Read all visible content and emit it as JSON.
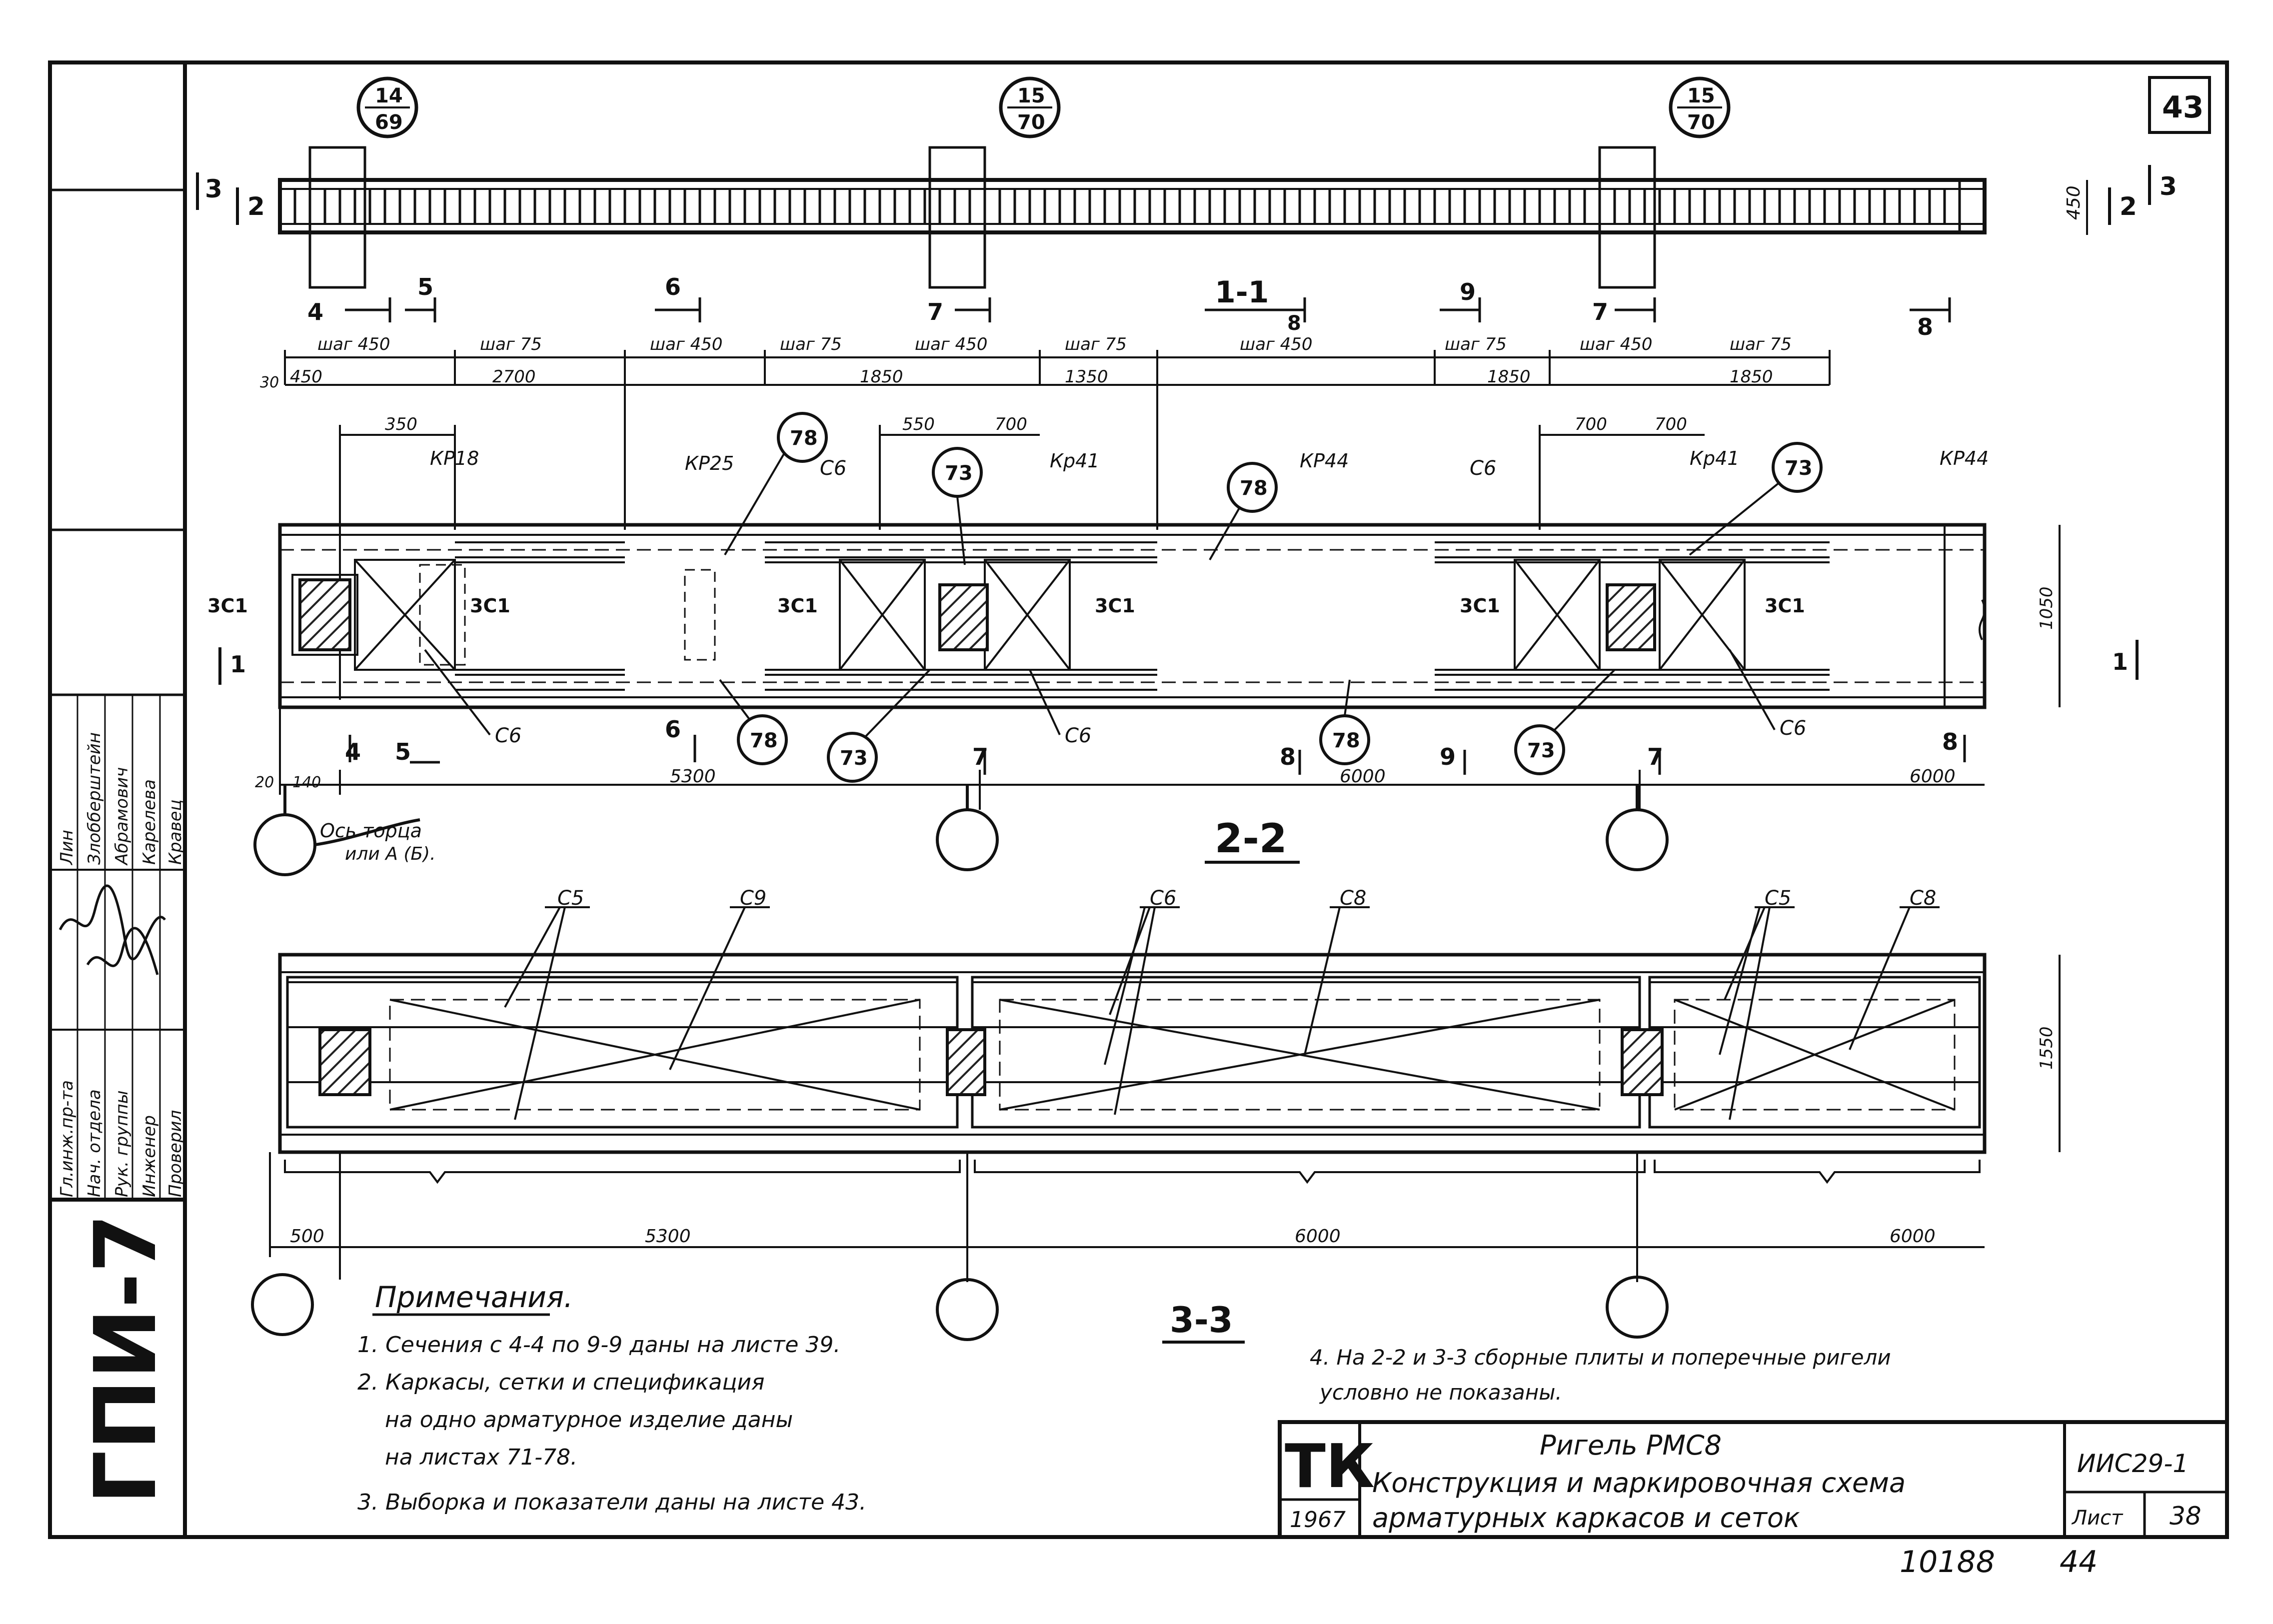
{
  "sheet_corner_number": "43",
  "side_stamp": {
    "org_code": "ГПИ-7",
    "roles": [
      "Гл.инж.пр-та",
      "Нач. отдела",
      "Рук. группы",
      "Инженер",
      "Проверил"
    ],
    "names": [
      "Лин",
      "Злобберштейн",
      "Абрамович",
      "Карелева",
      "Кравец"
    ]
  },
  "sections": {
    "sec_1_1": "1-1",
    "sec_2_2": "2-2",
    "sec_3_3": "3-3",
    "cut_marks": [
      "2",
      "3",
      "2",
      "3",
      "1",
      "1",
      "4",
      "5",
      "6",
      "7",
      "8",
      "9",
      "7",
      "8",
      "4",
      "5",
      "6",
      "7",
      "8",
      "9",
      "7",
      "8"
    ]
  },
  "bubbles": {
    "b1_top": "14",
    "b1_bot": "69",
    "b2_top": "15",
    "b2_bot": "70",
    "b3_top": "15",
    "b3_bot": "70",
    "mark_78": "78",
    "mark_73": "73"
  },
  "dimensions": {
    "steps": [
      "шаг 450",
      "шаг 75",
      "шаг 450",
      "шаг 75",
      "шаг 450",
      "шаг 75",
      "шаг 450",
      "шаг 75",
      "шаг 450",
      "шаг 75"
    ],
    "d_30": "30",
    "d_450": "450",
    "d_2700": "2700",
    "d_1850a": "1850",
    "d_1350": "1350",
    "d_1850b": "1850",
    "d_1850c": "1850",
    "d_350": "350",
    "d_550": "550",
    "d_700a": "700",
    "d_700b": "700",
    "d_700c": "700",
    "d_20": "20",
    "d_140": "140",
    "d_5300": "5300",
    "d_6000a": "6000",
    "d_6000b": "6000",
    "d_500": "500",
    "d_5300b": "5300",
    "d_6000c": "6000",
    "d_6000d": "6000",
    "h_450": "450",
    "h_1050": "1050",
    "h_1550": "1550"
  },
  "labels": {
    "kp18": "КР18",
    "kp25": "КР25",
    "kp41a": "Кр41",
    "kp44a": "КР44",
    "kp41b": "Кр41",
    "kp44b": "КР44",
    "c6": "С6",
    "c5": "С5",
    "c8": "С8",
    "c9": "С9",
    "zc1": "3С1",
    "axis_note": "Ось торца",
    "axis_note2": "или А (Б)."
  },
  "notes": {
    "title": "Примечания.",
    "n1": "1. Сечения с 4-4 по 9-9 даны на листе 39.",
    "n2a": "2. Каркасы, сетки и спецификация",
    "n2b": "на одно арматурное изделие даны",
    "n2c": "на листах 71-78.",
    "n3": "3. Выборка и показатели даны на листе 43.",
    "n4a": "4. На 2-2 и 3-3 сборные плиты и поперечные ригели",
    "n4b": "условно не показаны."
  },
  "title_block": {
    "logo": "ТК",
    "year": "1967",
    "title1": "Ригель РМС8",
    "title2": "Конструкция и маркировочная схема",
    "title3": "арматурных каркасов и сеток",
    "series": "ИИС29-1",
    "sheet_label": "Лист",
    "sheet_no": "38"
  },
  "bottom_stamp": {
    "inv": "10188",
    "page": "44"
  }
}
